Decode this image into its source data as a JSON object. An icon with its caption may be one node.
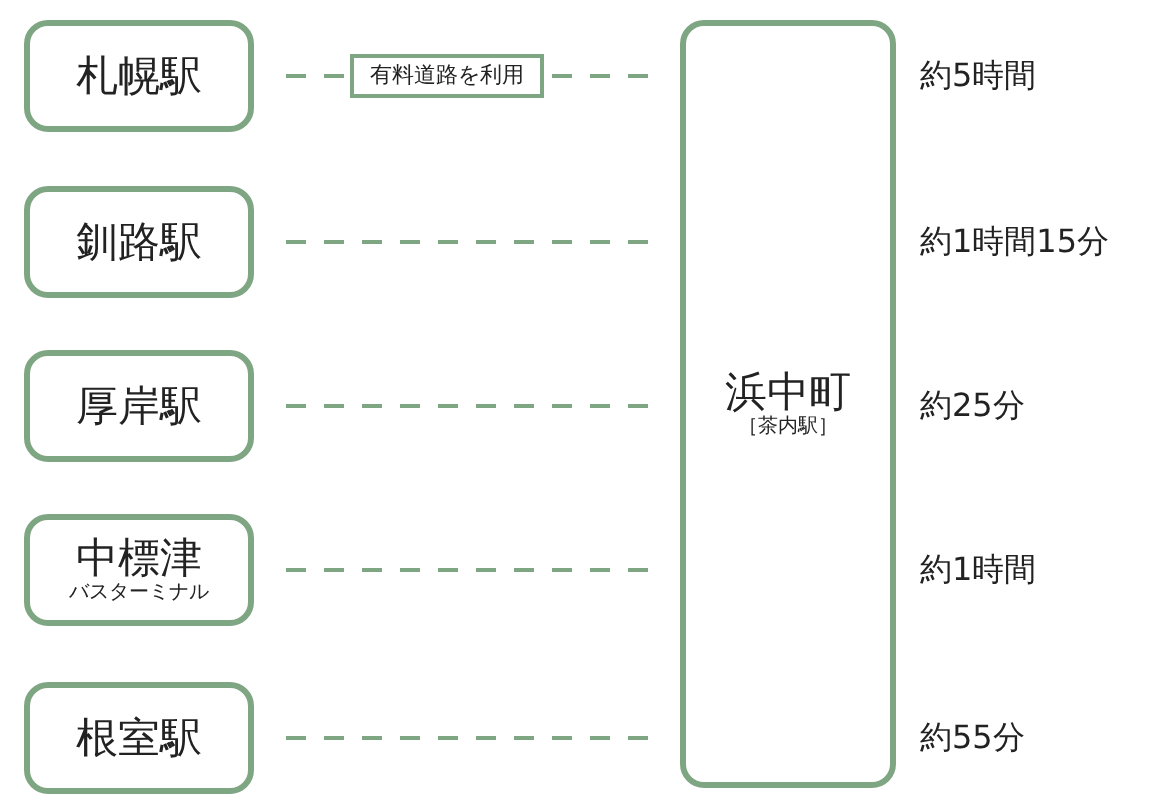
{
  "diagram": {
    "nodes": [
      {
        "text": [
          "札幌駅"
        ]
      },
      {
        "text": [
          "釧路駅"
        ]
      },
      {
        "text": [
          "厚岸駅"
        ]
      },
      {
        "text": [
          "中標津",
          "バスターミナル"
        ]
      },
      {
        "text": [
          "根室駅"
        ]
      },
      {
        "text": [
          "浜中町",
          "［茶内駅］"
        ]
      }
    ],
    "edges": [
      {
        "from": 0,
        "to": 5,
        "arrow": "none",
        "style": "dashed",
        "label": "有料道路を利用"
      },
      {
        "from": 1,
        "to": 5,
        "arrow": "none",
        "style": "dashed"
      },
      {
        "from": 2,
        "to": 5,
        "arrow": "none",
        "style": "dashed"
      },
      {
        "from": 3,
        "to": 5,
        "arrow": "none",
        "style": "dashed"
      },
      {
        "from": 4,
        "to": 5,
        "arrow": "none",
        "style": "dashed"
      }
    ],
    "labels": [
      "約5時間",
      "約1時間15分",
      "約25分",
      "約1時間",
      "約55分"
    ]
  }
}
